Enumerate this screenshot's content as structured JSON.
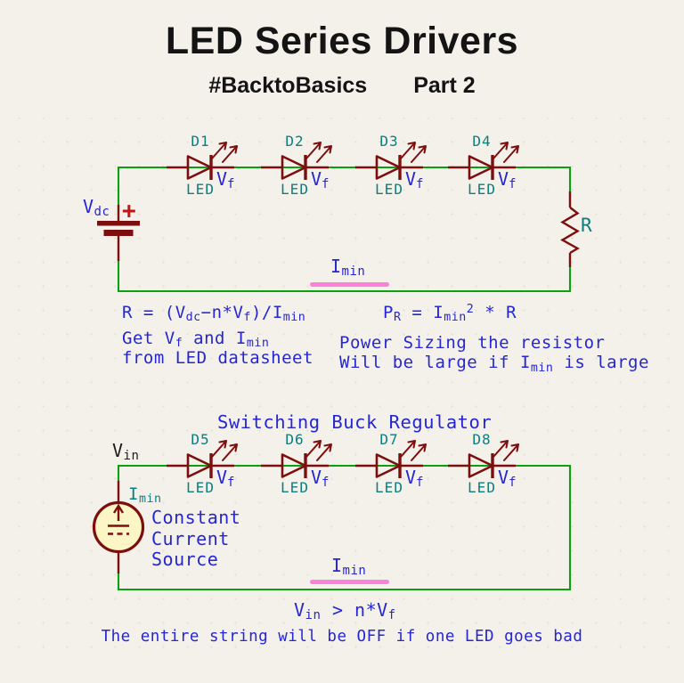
{
  "header": {
    "title": "LED Series Drivers",
    "hashtag": "#BacktoBasics",
    "part": "Part 2"
  },
  "colors": {
    "background": "#f4f1ea",
    "title_black": "#141414",
    "wire_green": "#0ba00f",
    "symbol_maroon": "#7d0e0e",
    "label_teal": "#0d7e7e",
    "text_blue": "#2626d2",
    "highlight_pink": "#fa82da",
    "plus_red": "#c41414",
    "source_fill": "#fcf6c6"
  },
  "top_circuit": {
    "supply_label": {
      "base": "V",
      "sub": "dc"
    },
    "plus_sign": "+",
    "diodes": [
      {
        "ref": "D1",
        "value": "LED",
        "vf_base": "V",
        "vf_sub": "f"
      },
      {
        "ref": "D2",
        "value": "LED",
        "vf_base": "V",
        "vf_sub": "f"
      },
      {
        "ref": "D3",
        "value": "LED",
        "vf_base": "V",
        "vf_sub": "f"
      },
      {
        "ref": "D4",
        "value": "LED",
        "vf_base": "V",
        "vf_sub": "f"
      }
    ],
    "resistor_label": "R",
    "loop_current": {
      "base": "I",
      "sub": "min"
    },
    "formula_resistor": {
      "t1": "R = (V",
      "s1": "dc",
      "t2": "−n*V",
      "s2": "f",
      "t3": ")/I",
      "s3": "min"
    },
    "formula_power": {
      "t1": "P",
      "s1": "R",
      "t2": " = I",
      "s2": "min",
      "sup": "2",
      "t3": " * R"
    },
    "note_datasheet": {
      "t1": "Get V",
      "s1": "f",
      "t2": " and I",
      "s2": "min",
      "line2": "from LED datasheet"
    },
    "note_power": {
      "line1": "Power Sizing the resistor",
      "t2": "Will be large if I",
      "s2": "min",
      "t3": " is large"
    }
  },
  "bottom_circuit": {
    "heading": "Switching Buck Regulator",
    "input_label": {
      "base": "V",
      "sub": "in"
    },
    "source_current": {
      "base": "I",
      "sub": "min"
    },
    "source_caption": {
      "line1": "Constant",
      "line2": "Current",
      "line3": "Source"
    },
    "diodes": [
      {
        "ref": "D5",
        "value": "LED",
        "vf_base": "V",
        "vf_sub": "f"
      },
      {
        "ref": "D6",
        "value": "LED",
        "vf_base": "V",
        "vf_sub": "f"
      },
      {
        "ref": "D7",
        "value": "LED",
        "vf_base": "V",
        "vf_sub": "f"
      },
      {
        "ref": "D8",
        "value": "LED",
        "vf_base": "V",
        "vf_sub": "f"
      }
    ],
    "loop_current": {
      "base": "I",
      "sub": "min"
    },
    "condition": {
      "t1": "V",
      "s1": "in",
      "t2": " > n*V",
      "s2": "f"
    },
    "warning": "The entire string will be OFF if one LED goes bad"
  }
}
